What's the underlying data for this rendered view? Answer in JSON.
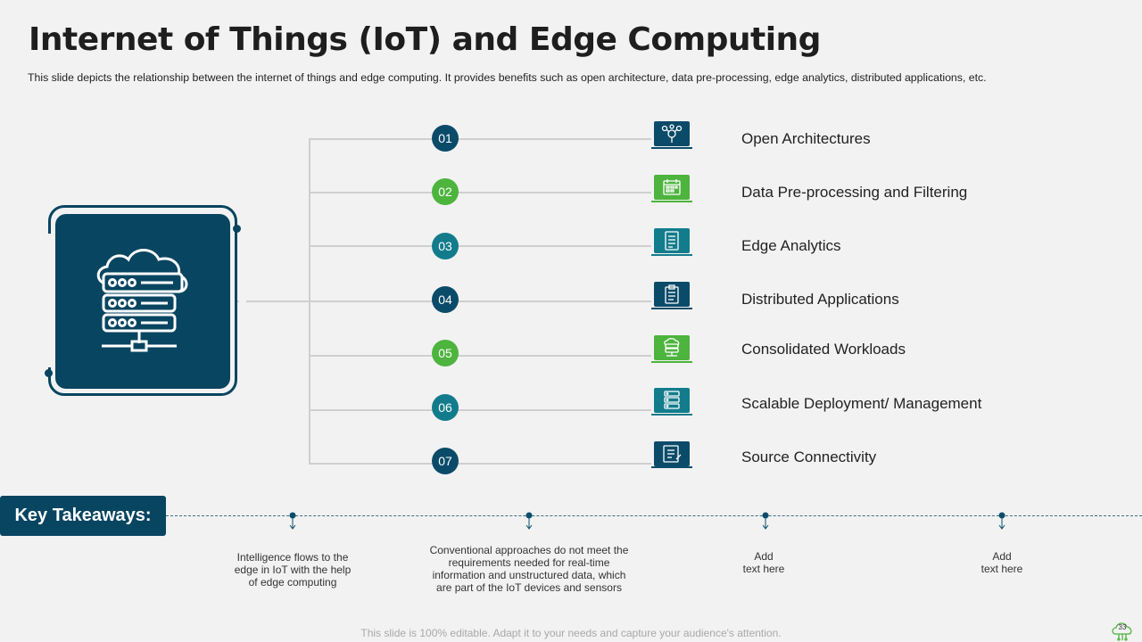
{
  "slide": {
    "title": "Internet of Things (IoT) and Edge Computing",
    "subtitle": "This slide depicts the relationship  between  the internet of things and edge computing. It provides  benefits  such as open architecture, data pre-processing,  edge analytics, distributed applications, etc."
  },
  "hero": {
    "icon": "cloud-server-icon"
  },
  "items": [
    {
      "num": "01",
      "label": "Open Architectures",
      "icon": "network-nodes-icon",
      "color": "#0b4b6a"
    },
    {
      "num": "02",
      "label": "Data Pre-processing and Filtering",
      "icon": "calendar-icon",
      "color": "#4db43e"
    },
    {
      "num": "03",
      "label": "Edge Analytics",
      "icon": "document-list-icon",
      "color": "#137c8c"
    },
    {
      "num": "04",
      "label": "Distributed Applications",
      "icon": "clipboard-icon",
      "color": "#0b4b6a"
    },
    {
      "num": "05",
      "label": "Consolidated Workloads",
      "icon": "server-cloud-icon",
      "color": "#4db43e"
    },
    {
      "num": "06",
      "label": "Scalable Deployment/ Management",
      "icon": "server-stack-icon",
      "color": "#137c8c"
    },
    {
      "num": "07",
      "label": "Source Connectivity",
      "icon": "checklist-icon",
      "color": "#0b4b6a"
    }
  ],
  "takeaways": {
    "label": "Key Takeaways:",
    "items": [
      {
        "line1": "Intelligence flows to the",
        "line2": "edge in IoT with the help",
        "line3": "of edge computing",
        "line4": ""
      },
      {
        "line1": "Conventional approaches do not meet the",
        "line2": "requirements needed for real-time",
        "line3": "information and unstructured data, which",
        "line4": "are part of the IoT  devices and sensors"
      },
      {
        "line1": "Add",
        "line2": "text here",
        "line3": "",
        "line4": ""
      },
      {
        "line1": "Add",
        "line2": "text here",
        "line3": "",
        "line4": ""
      }
    ]
  },
  "footer": {
    "note": "This slide is 100% editable. Adapt it to your needs and capture your audience's attention.",
    "page": "33"
  }
}
